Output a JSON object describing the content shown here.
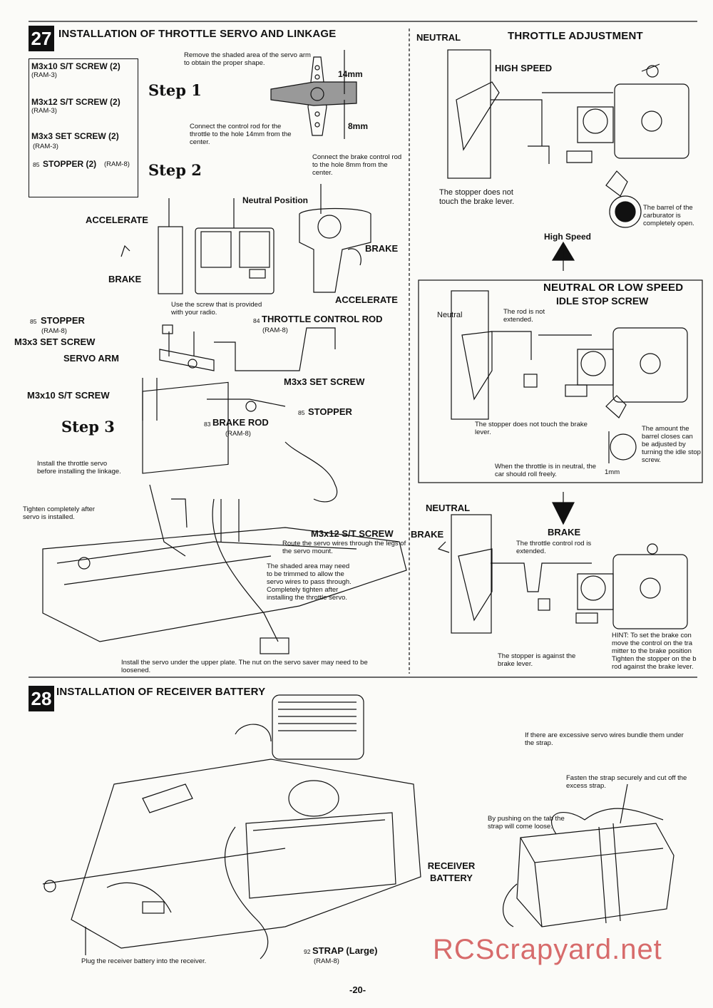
{
  "sec27": {
    "number": "27",
    "title": "INSTALLATION OF THROTTLE SERVO AND LINKAGE",
    "parts": [
      {
        "name": "M3x10 S/T SCREW (2)",
        "code": "(RAM-3)"
      },
      {
        "name": "M3x12 S/T SCREW (2)",
        "code": "(RAM-3)"
      },
      {
        "name": "M3x3 SET SCREW (2)",
        "code": "(RAM-3)"
      },
      {
        "name": "STOPPER (2)",
        "code": "(RAM-8)",
        "ref": "85"
      }
    ],
    "step1": "Step 1",
    "step1_note1": "Remove the shaded area of the servo arm to obtain the proper shape.",
    "dim14": "14mm",
    "dim8": "8mm",
    "step1_note2": "Connect the control rod for the throttle to the hole 14mm from the center.",
    "step1_note3": "Connect the brake control rod to the hole 8mm from the center.",
    "step2": "Step 2",
    "neutral_position": "Neutral Position",
    "accelerate": "ACCELERATE",
    "brake": "BRAKE",
    "brake2": "BRAKE",
    "accelerate2": "ACCELERATE",
    "screw_note": "Use the screw that is provided with your radio.",
    "stopper": "STOPPER",
    "stopper_code": "(RAM-8)",
    "ref85": "85",
    "ref84": "84",
    "ref83": "83",
    "m3x3_set": "M3x3 SET SCREW",
    "throttle_rod": "THROTTLE CONTROL ROD",
    "throttle_rod_code": "(RAM-8)",
    "servo_arm": "SERVO ARM",
    "m3x3_set2": "M3x3 SET SCREW",
    "m3x10": "M3x10 S/T SCREW",
    "stopper2": "STOPPER",
    "step3": "Step 3",
    "brake_rod": "BRAKE ROD",
    "brake_rod_code": "(RAM-8)",
    "install_note": "Install the throttle servo before installing the linkage.",
    "tighten_note": "Tighten completely after servo is installed.",
    "m3x12": "M3x12 S/T SCREW",
    "route_note": "Route the servo wires through the legs of the servo mount.",
    "shaded_note": "The shaded area may need to be trimmed to allow the servo wires to pass through. Completely tighten after installing the throttle servo.",
    "bottom_note": "Install the servo under the upper plate. The nut on the servo saver may need to be loosened."
  },
  "throttle": {
    "title": "THROTTLE ADJUSTMENT",
    "neutral": "NEUTRAL",
    "high_speed": "HIGH SPEED",
    "stopper_note": "The stopper does not touch the brake lever.",
    "barrel_note": "The barrel of the carburator is completely open.",
    "high_speed_arrow": "High Speed",
    "nls_title": "NEUTRAL OR LOW SPEED",
    "idle_stop": "IDLE STOP SCREW",
    "neutral2": "Neutral",
    "rod_not_ext": "The rod is not extended.",
    "stopper_not": "The stopper does not touch the brake lever.",
    "amount_note": "The amount the barrel closes can be adjusted by turning the idle stop screw.",
    "roll_note": "When the throttle is in neutral, the car should roll freely.",
    "one_mm": "1mm",
    "neutral3": "NEUTRAL",
    "brake_title": "BRAKE",
    "brake_left": "BRAKE",
    "rod_extended": "The throttle control rod is extended.",
    "stopper_against": "The stopper is against the brake lever.",
    "hint": "HINT: To set the brake con move the control on the tra mitter to the brake position Tighten the stopper on the b rod against the brake lever."
  },
  "sec28": {
    "number": "28",
    "title": "INSTALLATION OF RECEIVER BATTERY",
    "receiver_battery": "RECEIVER BATTERY",
    "plug_note": "Plug the receiver battery into the receiver.",
    "strap": "STRAP (Large)",
    "strap_ref": "92",
    "strap_code": "(RAM-8)",
    "bundle_note": "If there are excessive servo wires bundle them under the strap.",
    "fasten_note": "Fasten the strap securely and cut off the excess strap.",
    "push_note": "By pushing on the tab the strap will come loose."
  },
  "page_number": "-20-",
  "watermark": "RCScrapyard.net"
}
